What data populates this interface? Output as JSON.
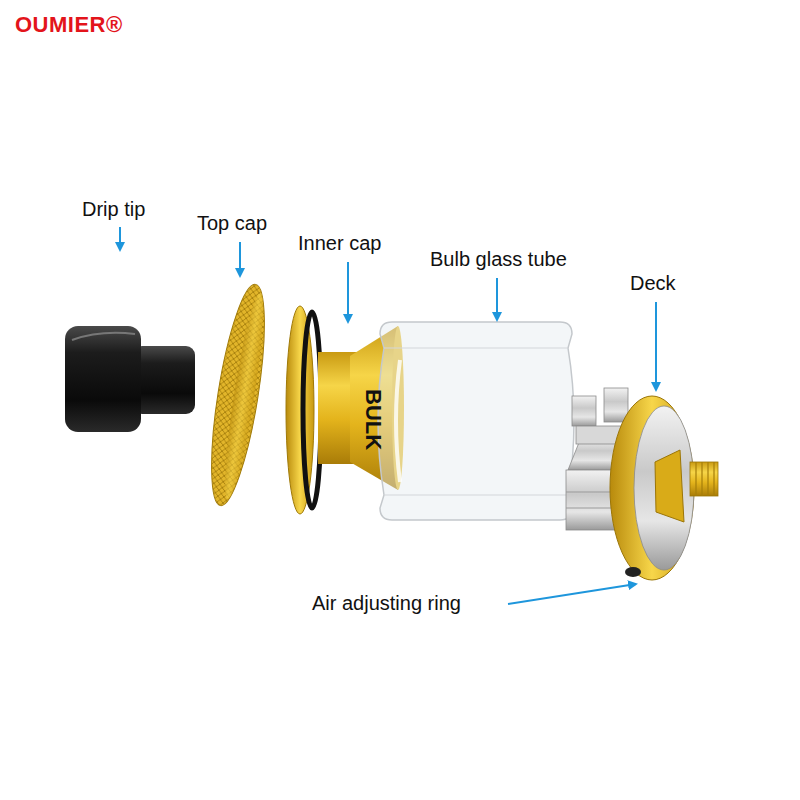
{
  "diagram": {
    "labels": [
      "OUMIER®",
      "Drip tip",
      "Top cap",
      "Inner cap",
      "Bulb glass tube",
      "Deck",
      "BULK",
      "Air adjusting ring"
    ]
  }
}
